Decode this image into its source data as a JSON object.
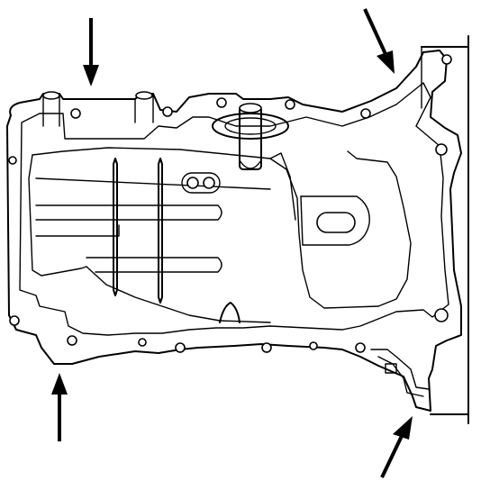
{
  "diagram": {
    "subject": "oil-pan",
    "stroke_color": "#000000",
    "background_color": "#ffffff",
    "arrow_count": 4,
    "bolt_hole_count": 16
  }
}
